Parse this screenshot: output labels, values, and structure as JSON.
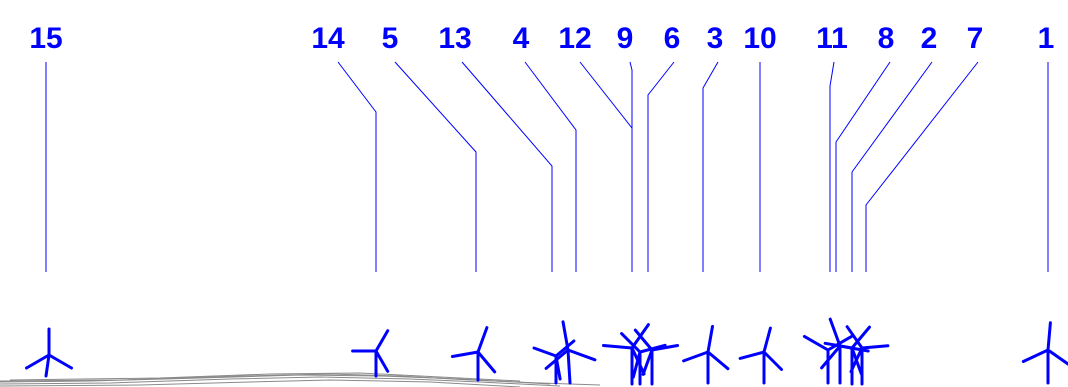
{
  "turbines": [
    {
      "label": "15"
    },
    {
      "label": "14"
    },
    {
      "label": "5"
    },
    {
      "label": "13"
    },
    {
      "label": "4"
    },
    {
      "label": "12"
    },
    {
      "label": "9"
    },
    {
      "label": "6"
    },
    {
      "label": "3"
    },
    {
      "label": "10"
    },
    {
      "label": "11"
    },
    {
      "label": "8"
    },
    {
      "label": "2"
    },
    {
      "label": "7"
    },
    {
      "label": "1"
    }
  ],
  "colors": {
    "accent": "#0000ff",
    "ground": "#8a8a8a",
    "background": "#ffffff"
  }
}
